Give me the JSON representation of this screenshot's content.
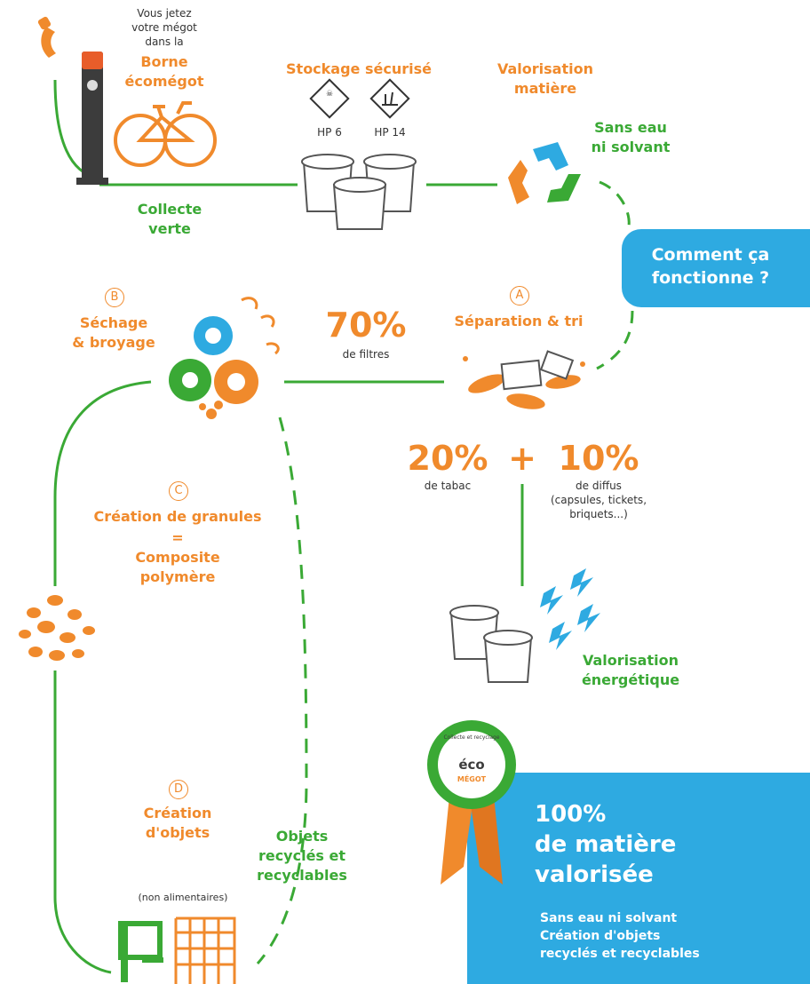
{
  "collect": {
    "line1": "Vous jetez",
    "line2": "votre mégot",
    "line3": "dans la",
    "borne1": "Borne",
    "borne2": "écomégot",
    "collecte1": "Collecte",
    "collecte2": "verte"
  },
  "stockage": {
    "title": "Stockage sécurisé",
    "hp6": "HP 6",
    "hp14": "HP 14"
  },
  "valorisation_matiere": {
    "line1": "Valorisation",
    "line2": "matière",
    "sans1": "Sans eau",
    "sans2": "ni solvant"
  },
  "comment": {
    "line1": "Comment ça",
    "line2": "fonctionne ?"
  },
  "step_a": {
    "letter": "A",
    "title": "Séparation & tri"
  },
  "step_b": {
    "letter": "B",
    "line1": "Séchage",
    "line2": "& broyage"
  },
  "filters": {
    "pct": "70%",
    "label": "de filtres"
  },
  "tabac": {
    "pct": "20%",
    "label": "de tabac",
    "plus": "+"
  },
  "diffus": {
    "pct": "10%",
    "line1": "de diffus",
    "line2": "(capsules, tickets,",
    "line3": "briquets...)"
  },
  "step_c": {
    "letter": "C",
    "line1": "Création de granules",
    "line2": "=",
    "line3": "Composite",
    "line4": "polymère"
  },
  "energetique": {
    "line1": "Valorisation",
    "line2": "énergétique"
  },
  "step_d": {
    "letter": "D",
    "line1": "Création",
    "line2": "d'objets",
    "non_alim": "(non alimentaires)"
  },
  "objets": {
    "line1": "Objets",
    "line2": "recyclés et",
    "line3": "recyclables"
  },
  "badge": {
    "eco": "éco",
    "megot": "MÉGOT",
    "arc": "Collecte et recyclage"
  },
  "summary": {
    "pct": "100%",
    "line1": "de matière",
    "line2": "valorisée",
    "sub1": "Sans eau ni solvant",
    "sub2": "Création d'objets",
    "sub3": "recyclés et recyclables"
  },
  "colors": {
    "orange": "#f08a2c",
    "green": "#3aa935",
    "blue": "#2eaae1",
    "dark": "#3c3c3c"
  }
}
